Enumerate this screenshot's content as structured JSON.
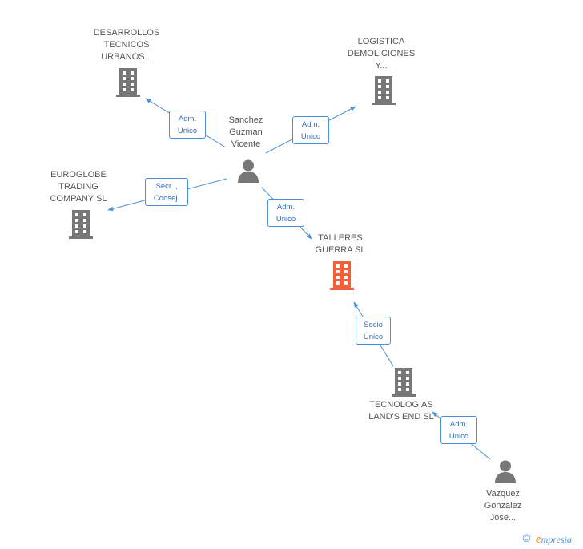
{
  "colors": {
    "edge": "#4a90d9",
    "company_icon": "#777777",
    "focus_icon": "#f0603a",
    "person_icon": "#777777",
    "label_text": "#555555"
  },
  "nodes": {
    "desarrollos": {
      "type": "company",
      "label": [
        "DESARROLLOS",
        "TECNICOS",
        "URBANOS..."
      ]
    },
    "logistica": {
      "type": "company",
      "label": [
        "LOGISTICA",
        "DEMOLICIONES",
        "Y..."
      ]
    },
    "sanchez": {
      "type": "person",
      "label": [
        "Sanchez",
        "Guzman",
        "Vicente"
      ]
    },
    "euroglobe": {
      "type": "company",
      "label": [
        "EUROGLOBE",
        "TRADING",
        "COMPANY SL"
      ]
    },
    "talleres": {
      "type": "company-focus",
      "label": [
        "TALLERES",
        "GUERRA SL"
      ]
    },
    "tecnologias": {
      "type": "company",
      "label": [
        "TECNOLOGIAS",
        "LAND'S END SL"
      ]
    },
    "vazquez": {
      "type": "person",
      "label": [
        "Vazquez",
        "Gonzalez",
        "Jose..."
      ]
    }
  },
  "edges": [
    {
      "from": "sanchez",
      "to": "desarrollos",
      "label": [
        "Adm.",
        "Unico"
      ]
    },
    {
      "from": "sanchez",
      "to": "logistica",
      "label": [
        "Adm.",
        "Unico"
      ]
    },
    {
      "from": "sanchez",
      "to": "euroglobe",
      "label": [
        "Secr. ,",
        "Consej."
      ]
    },
    {
      "from": "sanchez",
      "to": "talleres",
      "label": [
        "Adm.",
        "Unico"
      ]
    },
    {
      "from": "tecnologias",
      "to": "talleres",
      "label": [
        "Socio",
        "Único"
      ]
    },
    {
      "from": "vazquez",
      "to": "tecnologias",
      "label": [
        "Adm.",
        "Unico"
      ]
    }
  ],
  "footer": {
    "copyright": "©",
    "brand_initial": "e",
    "brand_rest": "mpresia"
  }
}
